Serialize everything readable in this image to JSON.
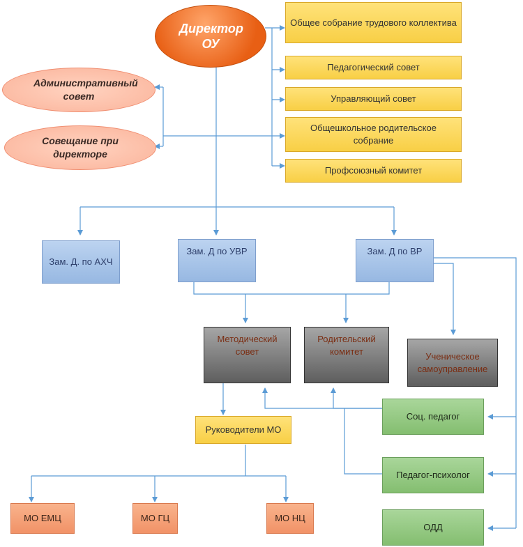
{
  "director": "Директор ОУ",
  "admin_council": "Административный совет",
  "director_meeting": "Совещание при директоре",
  "right_column": [
    "Общее собрание трудового коллектива",
    "Педагогический совет",
    "Управляющий совет",
    "Общешкольное родительское собрание",
    "Профсоюзный комитет"
  ],
  "deputies": {
    "ahch": "Зам. Д. по АХЧ",
    "uvr": "Зам. Д по УВР",
    "vr": "Зам. Д по ВР"
  },
  "councils": {
    "methodical": "Методический совет",
    "parents": "Родительский комитет",
    "students": "Ученическое самоуправление"
  },
  "specialists": {
    "social": "Соц. педагог",
    "psychologist": "Педагог-психолог",
    "odd": "ОДД"
  },
  "mo_heads": "Руководители МО",
  "mo_groups": {
    "emc": "МО ЕМЦ",
    "gc": "МО ГЦ",
    "nc": "МО НЦ"
  },
  "colors": {
    "connector": "#5b9bd5",
    "director": "#e8681a",
    "right_column": "#fbd65a",
    "deputies": "#a5c3ea",
    "councils": "#7f7f7f",
    "specialists": "#93c47d",
    "mo": "#f4a57c"
  }
}
